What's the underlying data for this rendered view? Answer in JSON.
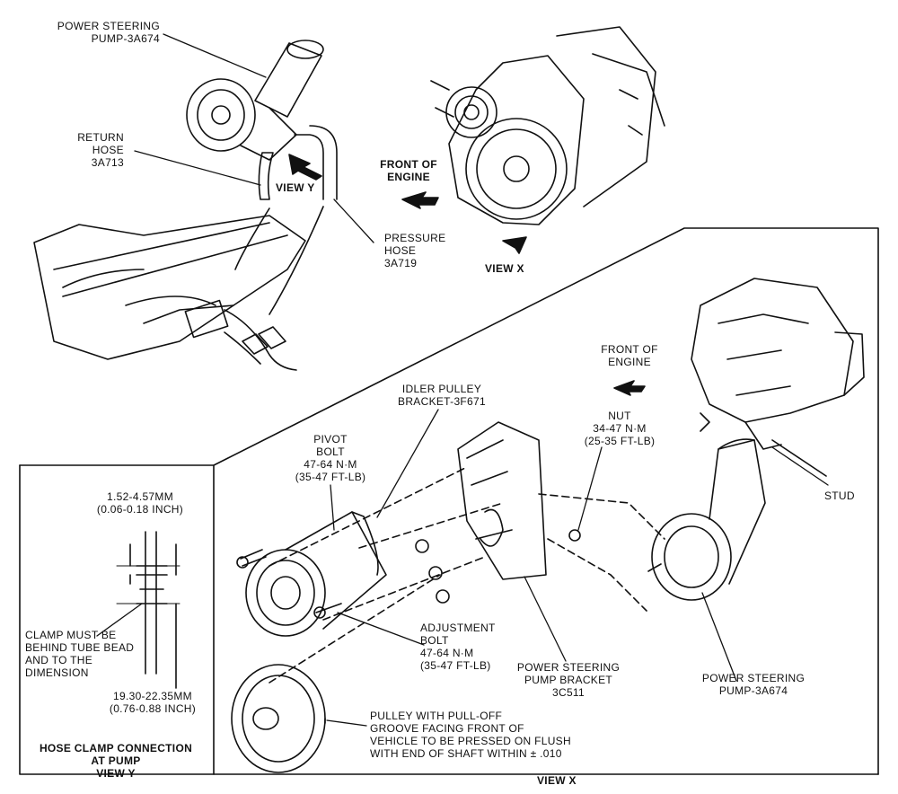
{
  "labels": {
    "ps_pump_top": [
      "POWER STEERING",
      "PUMP-3A674"
    ],
    "return_hose": [
      "RETURN",
      "HOSE",
      "3A713"
    ],
    "view_y_arrow": "VIEW Y",
    "pressure_hose": [
      "PRESSURE",
      "HOSE",
      "3A719"
    ],
    "front_of_engine_top": [
      "FRONT OF",
      "ENGINE"
    ],
    "view_x_arrow": "VIEW X",
    "front_of_engine_right": [
      "FRONT OF",
      "ENGINE"
    ],
    "idler_pulley_bracket": [
      "IDLER PULLEY",
      "BRACKET-3F671"
    ],
    "pivot_bolt": [
      "PIVOT",
      "BOLT",
      "47-64 N·m",
      "(35-47 FT-LB)"
    ],
    "nut": [
      "NUT",
      "34-47 N·m",
      "(25-35 FT-LB)"
    ],
    "stud": "STUD",
    "adjustment_bolt": [
      "ADJUSTMENT",
      "BOLT",
      "47-64 N·m",
      "(35-47 FT-LB)"
    ],
    "ps_pump_bracket": [
      "POWER STEERING",
      "PUMP BRACKET",
      "3C511"
    ],
    "ps_pump_bottom": [
      "POWER STEERING",
      "PUMP-3A674"
    ],
    "pulley_note": [
      "PULLEY WITH PULL-OFF",
      "GROOVE FACING FRONT OF",
      "VEHICLE TO BE PRESSED ON FLUSH",
      "WITH END OF SHAFT WITHIN ± .010"
    ],
    "view_x_caption": "VIEW X",
    "dim_top": [
      "1.52-4.57mm",
      "(0.06-0.18 INCH)"
    ],
    "clamp_note": [
      "CLAMP MUST BE",
      "BEHIND TUBE BEAD",
      "AND TO THE",
      "DIMENSION"
    ],
    "dim_bottom": [
      "19.30-22.35mm",
      "(0.76-0.88 INCH)"
    ],
    "hose_clamp_caption": [
      "HOSE CLAMP CONNECTION",
      "AT PUMP",
      "VIEW Y"
    ]
  }
}
